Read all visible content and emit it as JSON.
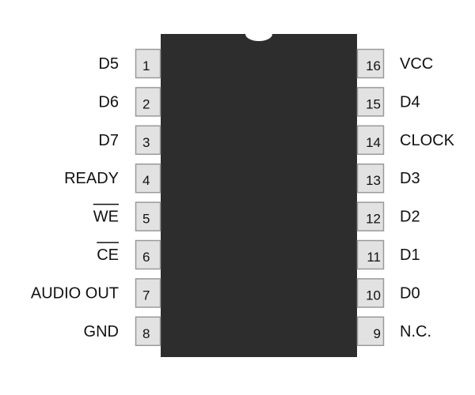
{
  "chip": {
    "body_color": "#2d2d2d",
    "pin_fill": "#e2e2e2",
    "pin_stroke": "#999999",
    "left_pins": [
      {
        "number": "1",
        "label": "D5",
        "overline": false
      },
      {
        "number": "2",
        "label": "D6",
        "overline": false
      },
      {
        "number": "3",
        "label": "D7",
        "overline": false
      },
      {
        "number": "4",
        "label": "READY",
        "overline": false
      },
      {
        "number": "5",
        "label": "WE",
        "overline": true
      },
      {
        "number": "6",
        "label": "CE",
        "overline": true
      },
      {
        "number": "7",
        "label": "AUDIO OUT",
        "overline": false
      },
      {
        "number": "8",
        "label": "GND",
        "overline": false
      }
    ],
    "right_pins": [
      {
        "number": "16",
        "label": "VCC",
        "overline": false
      },
      {
        "number": "15",
        "label": "D4",
        "overline": false
      },
      {
        "number": "14",
        "label": "CLOCK",
        "overline": false
      },
      {
        "number": "13",
        "label": "D3",
        "overline": false
      },
      {
        "number": "12",
        "label": "D2",
        "overline": false
      },
      {
        "number": "11",
        "label": "D1",
        "overline": false
      },
      {
        "number": "10",
        "label": "D0",
        "overline": false
      },
      {
        "number": "9",
        "label": "N.C.",
        "overline": false
      }
    ]
  }
}
